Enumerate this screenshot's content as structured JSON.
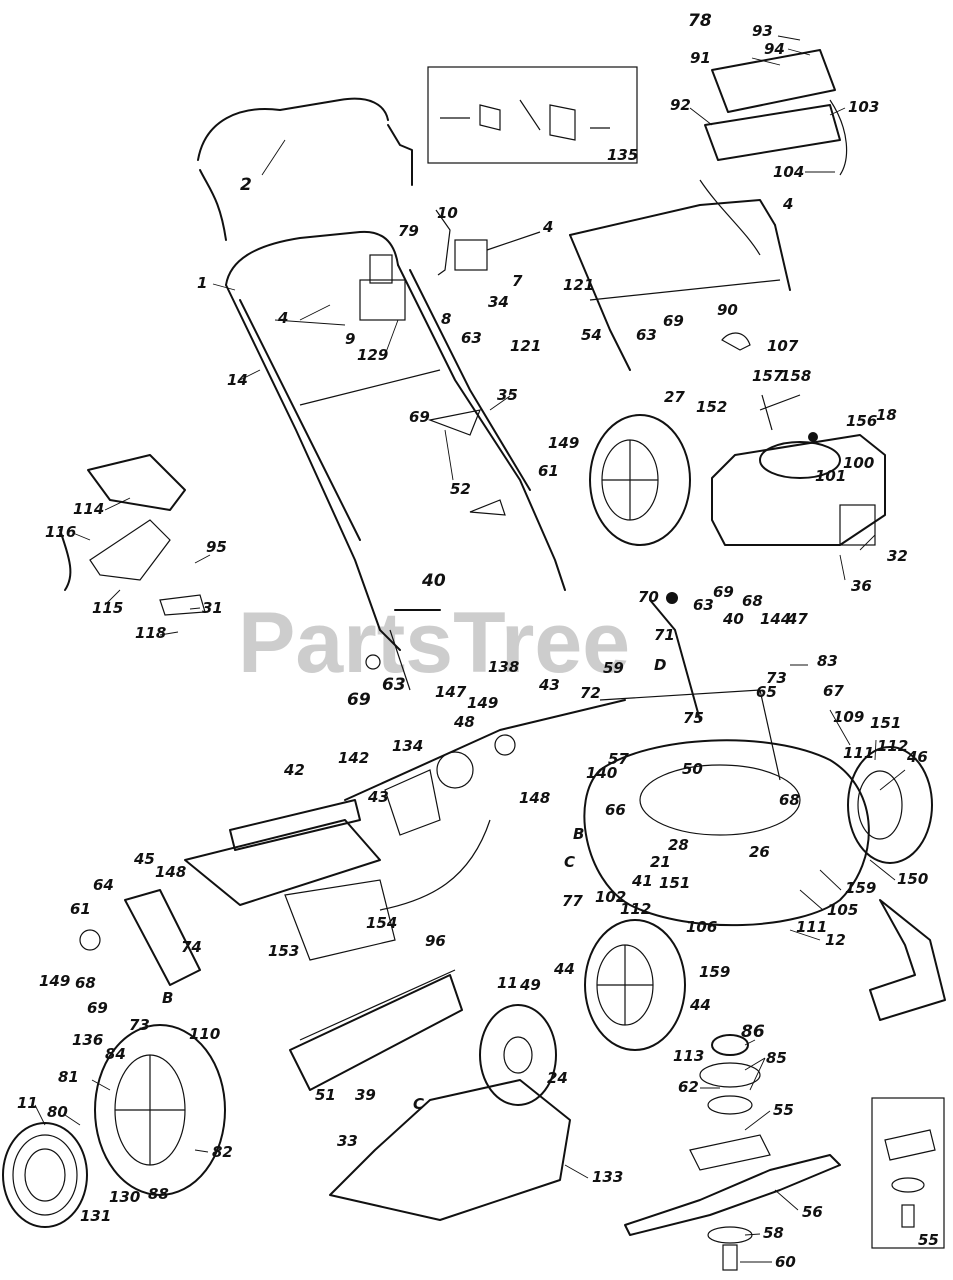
{
  "watermark": "PartsTree",
  "callouts": {
    "c1": "1",
    "c2": "2",
    "c4a": "4",
    "c4b": "4",
    "c4c": "4",
    "c7": "7",
    "c8": "8",
    "c9": "9",
    "c10": "10",
    "c11a": "11",
    "c11b": "11",
    "c12": "12",
    "c14": "14",
    "c18": "18",
    "c21": "21",
    "c24": "24",
    "c26": "26",
    "c27": "27",
    "c28": "28",
    "c31": "31",
    "c32": "32",
    "c33": "33",
    "c34": "34",
    "c35": "35",
    "c36": "36",
    "c39": "39",
    "c40a": "40",
    "c40b": "40",
    "c41": "41",
    "c42": "42",
    "c43a": "43",
    "c43b": "43",
    "c44a": "44",
    "c44b": "44",
    "c45": "45",
    "c46": "46",
    "c47": "47",
    "c48": "48",
    "c49": "49",
    "c50": "50",
    "c51": "51",
    "c52": "52",
    "c54": "54",
    "c55a": "55",
    "c55b": "55",
    "c56": "56",
    "c57": "57",
    "c58": "58",
    "c59": "59",
    "c60": "60",
    "c61a": "61",
    "c61b": "61",
    "c62": "62",
    "c63a": "63",
    "c63b": "63",
    "c63c": "63",
    "c63d": "63",
    "c64": "64",
    "c65": "65",
    "c66": "66",
    "c67": "67",
    "c68a": "68",
    "c68b": "68",
    "c68c": "68",
    "c69a": "69",
    "c69b": "69",
    "c69c": "69",
    "c69d": "69",
    "c70": "70",
    "c71": "71",
    "c72": "72",
    "c73a": "73",
    "c73b": "73",
    "c74": "74",
    "c75": "75",
    "c77": "77",
    "c78": "78",
    "c79": "79",
    "c80": "80",
    "c81": "81",
    "c82": "82",
    "c83": "83",
    "c84": "84",
    "c85": "85",
    "c86": "86",
    "c88": "88",
    "c90": "90",
    "c91": "91",
    "c92": "92",
    "c93": "93",
    "c94": "94",
    "c95": "95",
    "c96": "96",
    "c100": "100",
    "c101": "101",
    "c102": "102",
    "c103": "103",
    "c104": "104",
    "c105": "105",
    "c106": "106",
    "c107": "107",
    "c109": "109",
    "c110": "110",
    "c111a": "111",
    "c111b": "111",
    "c112a": "112",
    "c112b": "112",
    "c113": "113",
    "c114": "114",
    "c115": "115",
    "c116": "116",
    "c118": "118",
    "c121a": "121",
    "c121b": "121",
    "c129": "129",
    "c130": "130",
    "c131": "131",
    "c133": "133",
    "c134": "134",
    "c135": "135",
    "c136": "136",
    "c138": "138",
    "c140": "140",
    "c142": "142",
    "c144": "144",
    "c147": "147",
    "c148a": "148",
    "c148b": "148",
    "c149a": "149",
    "c149b": "149",
    "c149c": "149",
    "c150": "150",
    "c151a": "151",
    "c151b": "151",
    "c152": "152",
    "c153": "153",
    "c154": "154",
    "c156": "156",
    "c157": "157",
    "c158": "158",
    "c159a": "159",
    "c159b": "159",
    "cB1": "B",
    "cB2": "B",
    "cC1": "C",
    "cC2": "C",
    "cD": "D"
  }
}
